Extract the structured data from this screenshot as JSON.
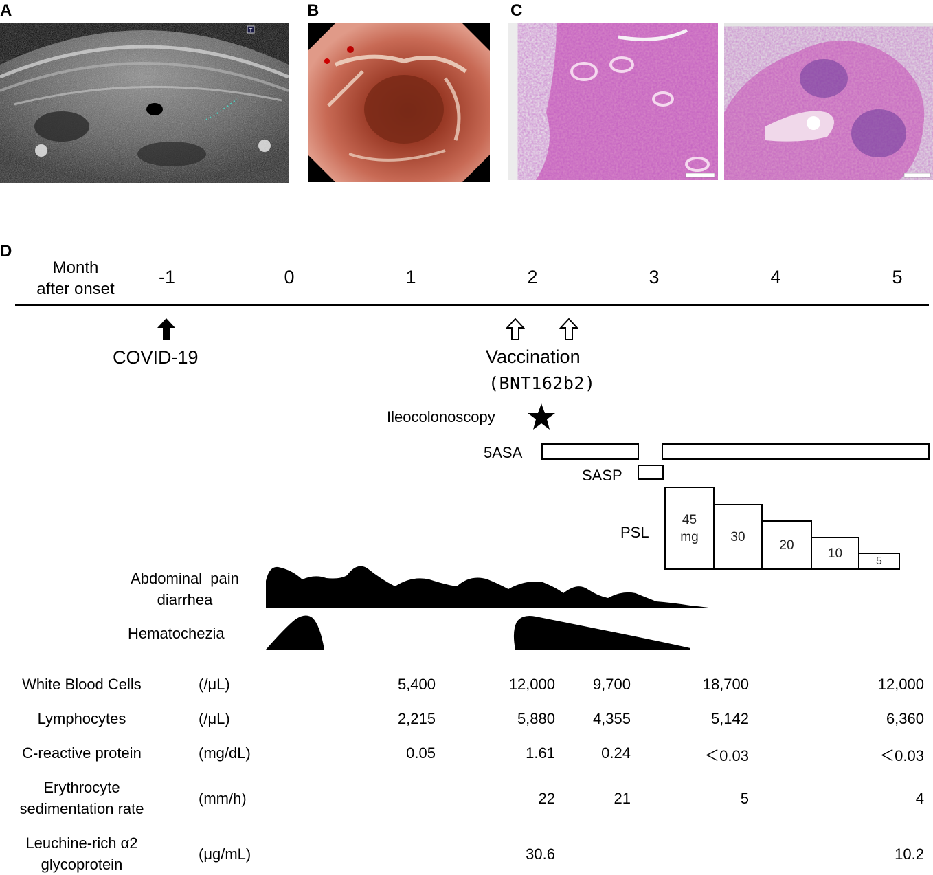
{
  "panels": {
    "a": {
      "letter": "A",
      "overlay_mark": "T"
    },
    "b": {
      "letter": "B"
    },
    "c": {
      "letter": "C"
    },
    "d": {
      "letter": "D"
    }
  },
  "timeline": {
    "axis_label_line1": "Month",
    "axis_label_line2": "after onset",
    "months": [
      "-1",
      "0",
      "1",
      "2",
      "3",
      "4",
      "5"
    ]
  },
  "events": {
    "covid": "COVID-19",
    "vaccination": "Vaccination",
    "vaccine_name": "(BNT162b2)",
    "ileocolonoscopy": "Ileocolonoscopy"
  },
  "drugs": {
    "five_asa": "5ASA",
    "sasp": "SASP",
    "psl": "PSL",
    "psl_doses": [
      {
        "line1": "45",
        "line2": "mg"
      },
      {
        "line1": "30",
        "line2": ""
      },
      {
        "line1": "20",
        "line2": ""
      },
      {
        "line1": "10",
        "line2": ""
      },
      {
        "line1": "5",
        "line2": ""
      }
    ]
  },
  "symptoms": {
    "abdominal_line1": "Abdominal  pain",
    "abdominal_line2": "diarrhea",
    "hematochezia": "Hematochezia"
  },
  "labs": [
    {
      "name_line1": "White Blood Cells",
      "name_line2": "",
      "unit": "(/μL)",
      "values": [
        "5,400",
        "12,000",
        "9,700",
        "18,700",
        "12,000"
      ]
    },
    {
      "name_line1": "Lymphocytes",
      "name_line2": "",
      "unit": "(/μL)",
      "values": [
        "2,215",
        "5,880",
        "4,355",
        "5,142",
        "6,360"
      ]
    },
    {
      "name_line1": "C-reactive protein",
      "name_line2": "",
      "unit": "(mg/dL)",
      "values": [
        "0.05",
        "1.61",
        "0.24",
        "＜0.03",
        "＜0.03"
      ]
    },
    {
      "name_line1": "Erythrocyte",
      "name_line2": "sedimentation rate",
      "unit": "(mm/h)",
      "values": [
        "",
        "22",
        "21",
        "5",
        "4"
      ]
    },
    {
      "name_line1": "Leuchine-rich α2",
      "name_line2": "glycoprotein",
      "unit": "(μg/mL)",
      "values": [
        "",
        "30.6",
        "",
        "",
        "10.2"
      ]
    }
  ]
}
